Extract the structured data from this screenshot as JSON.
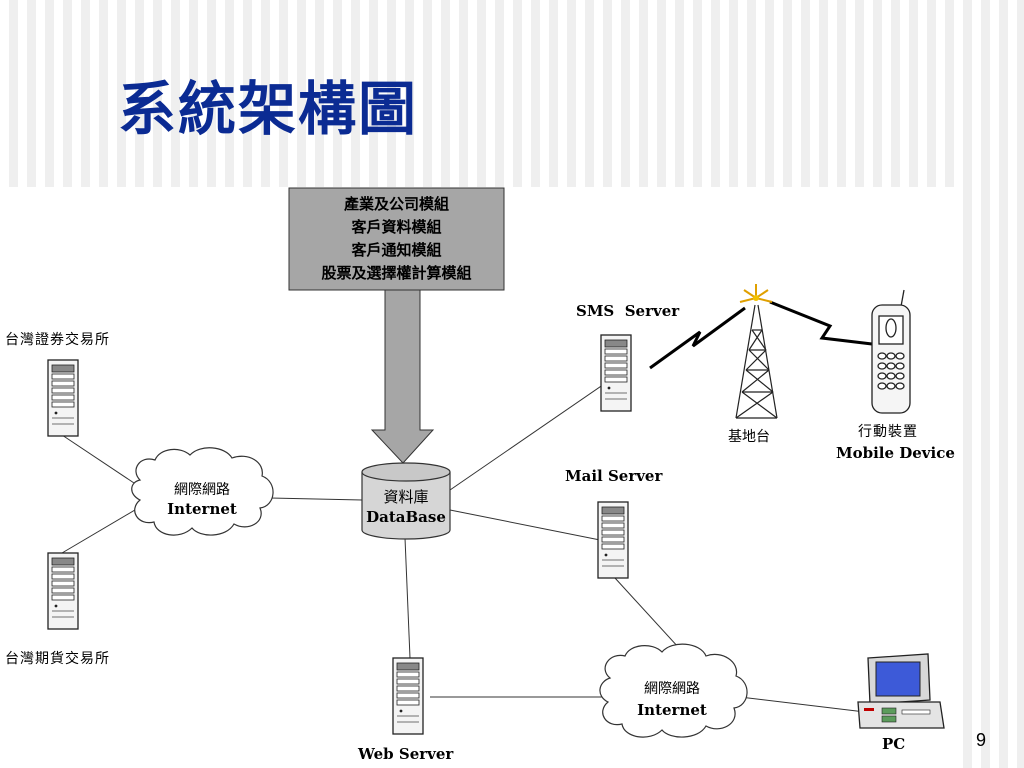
{
  "slide": {
    "title": "系統架構圖",
    "page_number": "9"
  },
  "diagram": {
    "modules": [
      "產業及公司模組",
      "客戶資料模組",
      "客戶通知模組",
      "股票及選擇權計算模組"
    ],
    "database": {
      "zh": "資料庫",
      "en": "DataBase"
    },
    "internet_left": {
      "zh": "網際網路",
      "en": "Internet"
    },
    "internet_bottom": {
      "zh": "網際網路",
      "en": "Internet"
    },
    "tse": "台灣證券交易所",
    "taifex": "台灣期貨交易所",
    "sms_server": "SMS  Server",
    "mail_server": "Mail Server",
    "web_server": "Web Server",
    "base_station": "基地台",
    "mobile": {
      "zh": "行動裝置",
      "en": "Mobile Device"
    },
    "pc": "PC"
  },
  "colors": {
    "title": "#0b2b93",
    "module_box": "#a6a6a6",
    "arrow": "#a6a6a6"
  }
}
